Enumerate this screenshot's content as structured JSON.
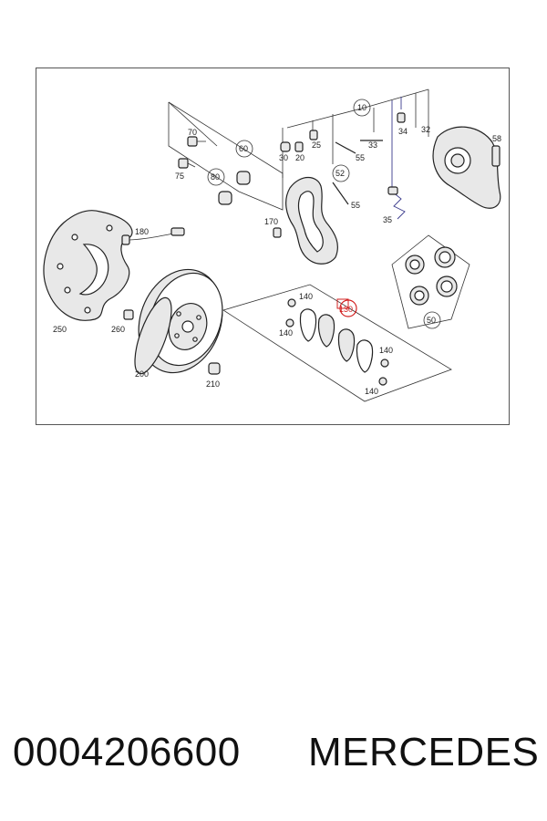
{
  "diagram": {
    "callouts": {
      "c10": "10",
      "c20": "20",
      "c25": "25",
      "c30": "30",
      "c32": "32",
      "c33": "33",
      "c34": "34",
      "c35": "35",
      "c50": "50",
      "c52": "52",
      "c55a": "55",
      "c55b": "55",
      "c58": "58",
      "c60": "60",
      "c70": "70",
      "c75": "75",
      "c80": "80",
      "c130": "130",
      "c140a": "140",
      "c140b": "140",
      "c140c": "140",
      "c140d": "140",
      "c170": "170",
      "c180": "180",
      "c200": "200",
      "c210": "210",
      "c250": "250",
      "c260": "260"
    },
    "highlight_color": "#d22020"
  },
  "caption": {
    "part_number": "0004206600",
    "brand": "MERCEDES"
  }
}
